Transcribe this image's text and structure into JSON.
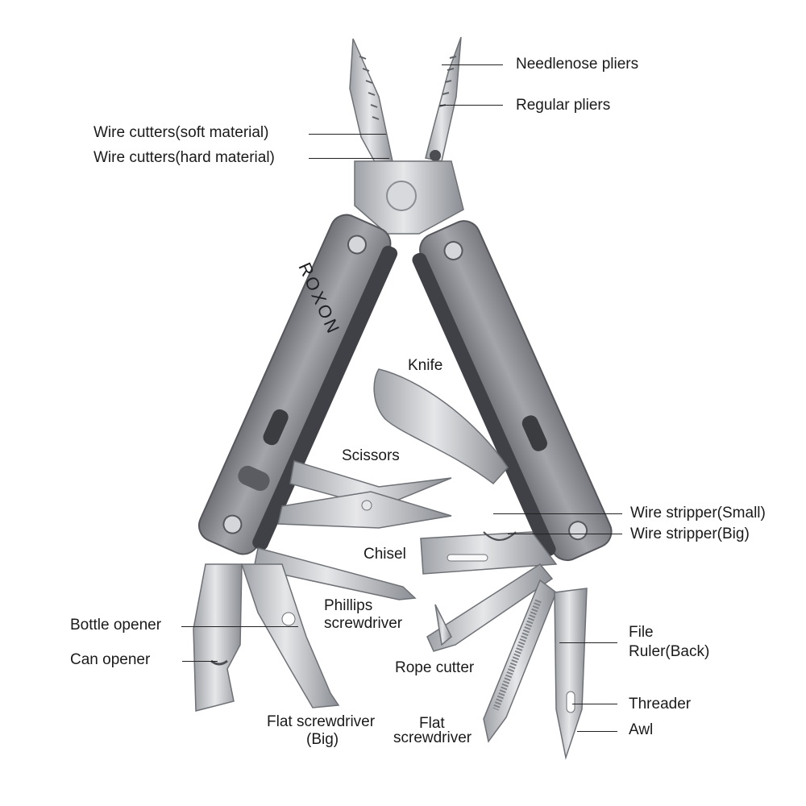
{
  "brand": "ROXON",
  "labels": {
    "needlenose_pliers": "Needlenose pliers",
    "regular_pliers": "Regular pliers",
    "wire_cutters_soft": "Wire cutters(soft material)",
    "wire_cutters_hard": "Wire cutters(hard material)",
    "knife": "Knife",
    "scissors": "Scissors",
    "wire_stripper_small": "Wire stripper(Small)",
    "wire_stripper_big": "Wire stripper(Big)",
    "chisel": "Chisel",
    "bottle_opener": "Bottle opener",
    "phillips_line1": "Phillips",
    "phillips_line2": "screwdriver",
    "can_opener": "Can opener",
    "rope_cutter": "Rope cutter",
    "file": "File",
    "ruler_back": "Ruler(Back)",
    "threader": "Threader",
    "awl": "Awl",
    "flat_big_line1": "Flat screwdriver",
    "flat_big_line2": "(Big)",
    "flat_line1": "Flat",
    "flat_line2": "screwdriver"
  },
  "colors": {
    "handle": "#8e9096",
    "handle_dark": "#5f6167",
    "steel": "#c9cbcf",
    "steel_dark": "#8d9096",
    "background": "#ffffff"
  }
}
